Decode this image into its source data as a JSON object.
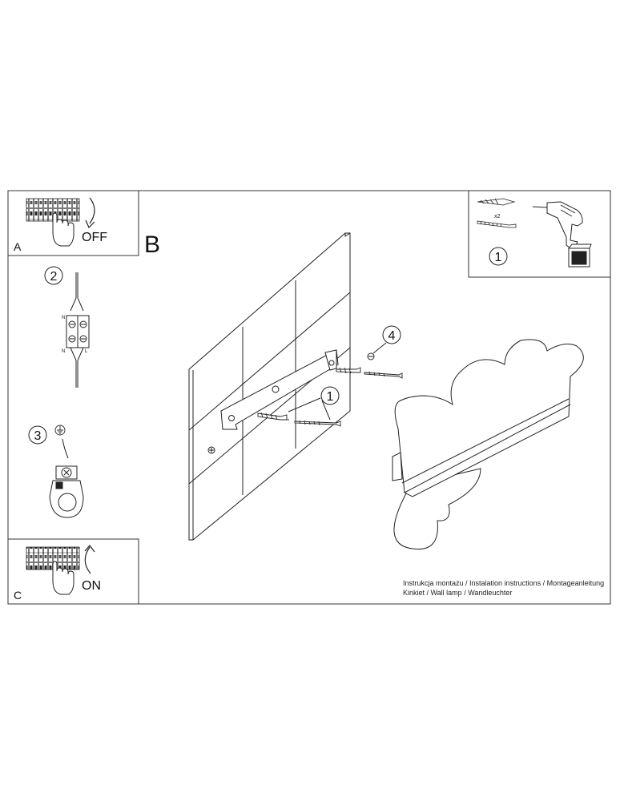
{
  "panels": {
    "a": {
      "letter": "A",
      "switch_state": "OFF"
    },
    "b": {
      "letter": "B"
    },
    "c": {
      "letter": "C",
      "switch_state": "ON"
    }
  },
  "steps": {
    "step1_kit": "1",
    "step2_wiring": "2",
    "step3_ground": "3",
    "step1_main": "1",
    "step4": "4"
  },
  "kit": {
    "dowel_quantity": "x2"
  },
  "terminal": {
    "neutral_top": "N",
    "neutral_bottom": "N",
    "live_bottom": "L"
  },
  "caption": {
    "line1": "Instrukcja montażu / Instalation instructions / Montageanleitung",
    "line2": "Kinkiet / Wall lamp / Wandleuchter"
  },
  "icons": [
    "circuit-breaker-icon",
    "hand-icon",
    "rotate-arrow-icon",
    "drill-icon",
    "wall-plug-icon",
    "screw-icon",
    "terminal-block-icon",
    "ground-symbol-icon",
    "cloud-lamp-icon"
  ]
}
